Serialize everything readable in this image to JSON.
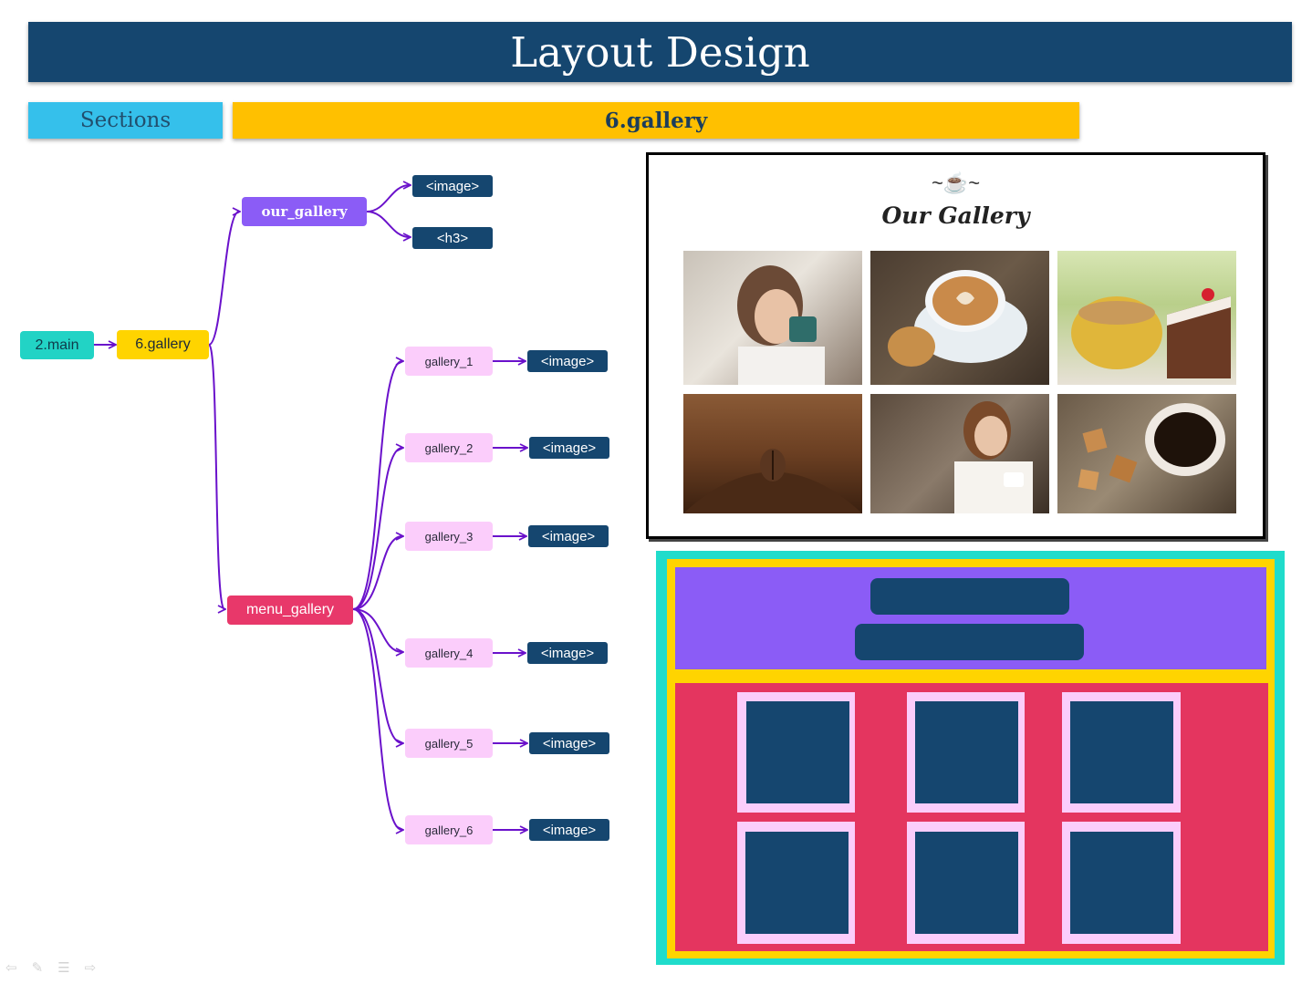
{
  "header": {
    "title": "Layout Design"
  },
  "sections_label": "Sections",
  "section_name": "6.gallery",
  "tree": {
    "root": "2.main",
    "section": "6.gallery",
    "our_gallery": {
      "label": "our_gallery",
      "children": [
        "<image>",
        "<h3>"
      ]
    },
    "menu_gallery": {
      "label": "menu_gallery",
      "items": [
        {
          "label": "gallery_1",
          "child": "<image>"
        },
        {
          "label": "gallery_2",
          "child": "<image>"
        },
        {
          "label": "gallery_3",
          "child": "<image>"
        },
        {
          "label": "gallery_4",
          "child": "<image>"
        },
        {
          "label": "gallery_5",
          "child": "<image>"
        },
        {
          "label": "gallery_6",
          "child": "<image>"
        }
      ]
    },
    "connector_color": "#6a11cb"
  },
  "preview": {
    "heading": "Our Gallery",
    "ornament": "~☕~",
    "photos": [
      "woman-drinking-coffee-photo",
      "latte-art-and-cookie-photo",
      "coffee-cup-and-cake-photo",
      "coffee-bean-on-grounds-photo",
      "smiling-woman-with-cup-photo",
      "coffee-and-sugar-cubes-photo"
    ]
  },
  "wireframe": {
    "colors": {
      "section": "#20dccb",
      "gallery": "#ffd400",
      "heading": "#8b5cf6",
      "menu": "#e4355f",
      "item": "#fbcdfb",
      "element": "#15466f"
    }
  },
  "nav_icons": [
    "arrow-left-icon",
    "pen-icon",
    "menu-icon",
    "arrow-right-icon"
  ]
}
